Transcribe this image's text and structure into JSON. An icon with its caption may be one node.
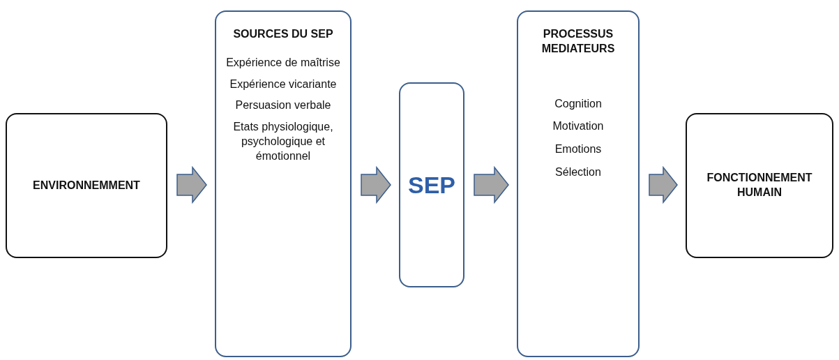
{
  "diagram": {
    "nodes": [
      {
        "text": [
          "ENVIRONNEMMENT"
        ]
      },
      {
        "text": [
          "SOURCES DU SEP",
          "Expérience de maîtrise",
          "Expérience vicariante",
          "Persuasion verbale",
          "Etats physiologique, psychologique et émotionnel"
        ]
      },
      {
        "text": [
          "SEP"
        ]
      },
      {
        "text": [
          "PROCESSUS MEDIATEURS",
          "Cognition",
          "Motivation",
          "Emotions",
          "Sélection"
        ]
      },
      {
        "text": [
          "FONCTIONNEMENT HUMAIN"
        ]
      }
    ],
    "edges": [
      {
        "from": 0,
        "to": 1,
        "arrow": "to"
      },
      {
        "from": 1,
        "to": 2,
        "arrow": "to"
      },
      {
        "from": 2,
        "to": 3,
        "arrow": "to"
      },
      {
        "from": 3,
        "to": 4,
        "arrow": "to"
      }
    ]
  }
}
